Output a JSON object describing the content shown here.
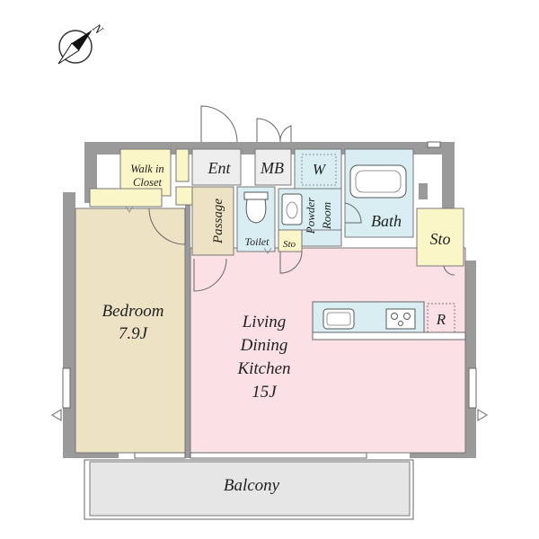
{
  "compass": {
    "north_label": "N"
  },
  "rooms": {
    "walk_in_closet": {
      "line1": "Walk in",
      "line2": "Closet"
    },
    "entrance": {
      "label": "Ent"
    },
    "meter_box": {
      "label": "MB"
    },
    "washer": {
      "label": "W"
    },
    "passage": {
      "label": "Passage"
    },
    "toilet": {
      "label": "Toilet"
    },
    "storage_small": {
      "label": "Sto"
    },
    "powder_room": {
      "line1": "Powder",
      "line2": "Room"
    },
    "bath": {
      "label": "Bath"
    },
    "storage": {
      "label": "Sto"
    },
    "bedroom": {
      "name": "Bedroom",
      "size": "7.9J"
    },
    "ldk": {
      "line1": "Living",
      "line2": "Dining",
      "line3": "Kitchen",
      "size": "15J"
    },
    "refrigerator": {
      "label": "R"
    },
    "balcony": {
      "label": "Balcony"
    }
  },
  "colors": {
    "bedroom": "#ede2c4",
    "ldk": "#fbe0e5",
    "wet_area": "#d8eef3",
    "storage": "#fbf6c8",
    "entrance": "#eeeeee",
    "wall": "#9a9a9a",
    "balcony": "#e6e6e6"
  }
}
